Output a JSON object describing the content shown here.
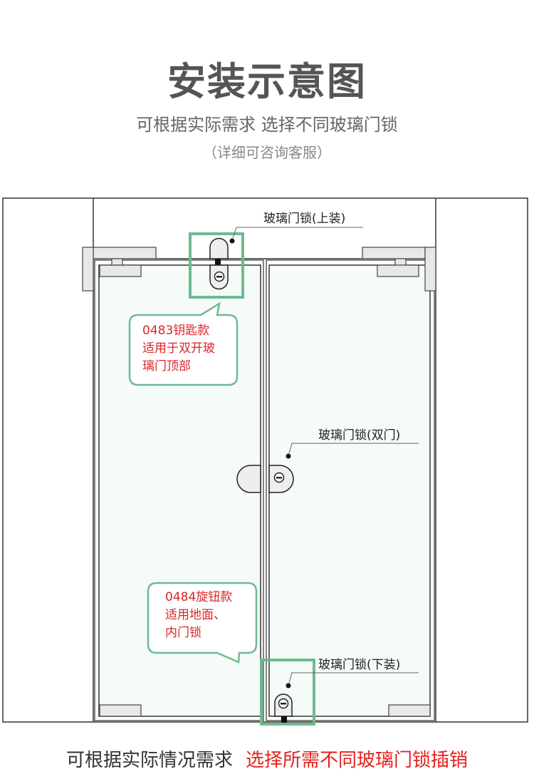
{
  "header": {
    "title": "安装示意图",
    "subtitle": "可根据实际需求 选择不同玻璃门锁",
    "note": "（详细可咨询客服）"
  },
  "labels": {
    "top_lock": "玻璃门锁(上装)",
    "double_lock": "玻璃门锁(双门)",
    "bottom_lock": "玻璃门锁(下装)"
  },
  "callouts": {
    "key_model": [
      "0483钥匙款",
      "适用于双开玻",
      "璃门顶部"
    ],
    "knob_model": [
      "0484旋钮款",
      "适用地面、",
      "内门锁"
    ]
  },
  "footer": {
    "left": "可根据实际情况需求",
    "right": "选择所需不同玻璃门锁插销"
  },
  "colors": {
    "highlight": "#6dbb91",
    "accent_red": "#e3211f",
    "glass": "#f5fbf9"
  }
}
